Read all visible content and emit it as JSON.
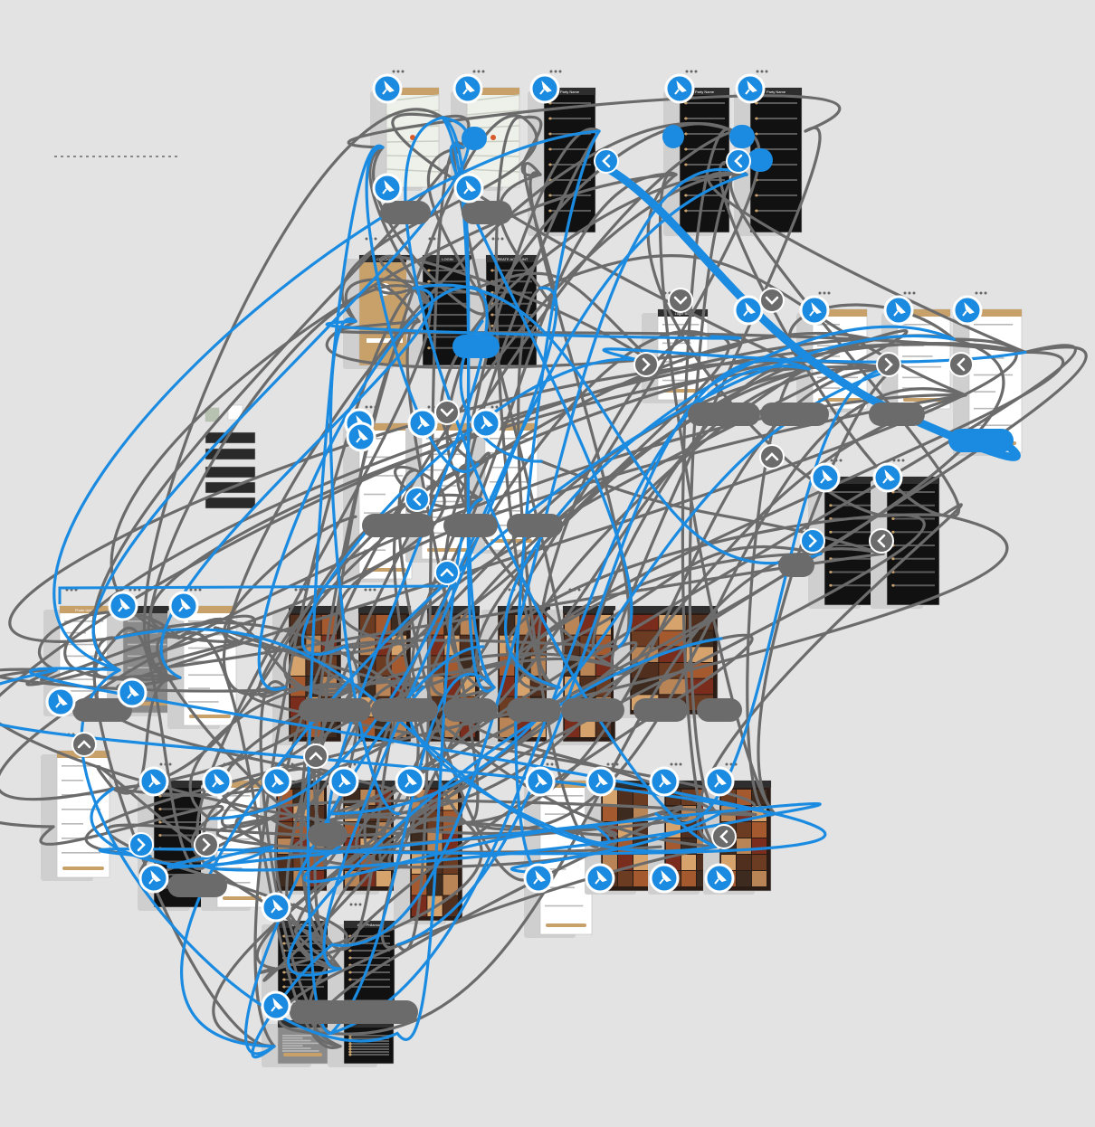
{
  "app": {
    "view": "prototype-flow-canvas",
    "background": "#e3e3e3",
    "accent": "#1a8be0",
    "connector_gray": "#6b6b6b",
    "artboard_tan": "#c8a06a",
    "artboard_dark": "#111111"
  },
  "artboards": [
    {
      "id": "map-1",
      "theme": "map",
      "link": "blue"
    },
    {
      "id": "map-2",
      "theme": "map",
      "link": "blue"
    },
    {
      "id": "party-menu-1",
      "theme": "dark",
      "title": "Party Name",
      "link": "gray"
    },
    {
      "id": "party-menu-2",
      "theme": "dark",
      "title": "Party Name",
      "link": "gray"
    },
    {
      "id": "party-menu-3",
      "theme": "dark",
      "title": "Party Name",
      "link": "gray"
    },
    {
      "id": "splash",
      "theme": "tan",
      "title": "CHECKIN",
      "link": "blue"
    },
    {
      "id": "login",
      "theme": "dark",
      "title": "LOGIN",
      "link": "blue"
    },
    {
      "id": "signup",
      "theme": "dark",
      "title": "CREATE ACCOUNT",
      "link": "blue"
    },
    {
      "id": "login-box",
      "theme": "dark-light",
      "title": "Login Box",
      "link": "gray"
    },
    {
      "id": "profile-1",
      "theme": "light",
      "link": "blue"
    },
    {
      "id": "profile-2",
      "theme": "light",
      "link": "blue"
    },
    {
      "id": "profile-3",
      "theme": "light",
      "link": "blue"
    },
    {
      "id": "feed-1",
      "theme": "light",
      "link": "blue"
    },
    {
      "id": "feed-2",
      "theme": "light",
      "link": "blue"
    },
    {
      "id": "feed-3",
      "theme": "light",
      "link": "blue"
    },
    {
      "id": "event-1",
      "theme": "dark",
      "link": "blue"
    },
    {
      "id": "event-2",
      "theme": "dark",
      "link": "blue"
    },
    {
      "id": "photo-upload",
      "theme": "light",
      "title": "Photo Upload",
      "link": "blue"
    },
    {
      "id": "gallery",
      "theme": "gray",
      "link": "blue"
    },
    {
      "id": "grid",
      "theme": "light",
      "link": "blue"
    },
    {
      "id": "food-1",
      "theme": "photo",
      "link": "gray"
    },
    {
      "id": "food-2",
      "theme": "photo",
      "link": "gray"
    },
    {
      "id": "food-3",
      "theme": "photo",
      "link": "gray"
    },
    {
      "id": "food-4",
      "theme": "photo",
      "link": "gray"
    },
    {
      "id": "food-5",
      "theme": "photo",
      "link": "gray"
    },
    {
      "id": "food-6",
      "theme": "photo",
      "link": "gray"
    },
    {
      "id": "settings",
      "theme": "light",
      "link": "blue"
    },
    {
      "id": "list-dark",
      "theme": "dark",
      "link": "blue"
    },
    {
      "id": "chat",
      "theme": "light",
      "link": "blue"
    },
    {
      "id": "story-1",
      "theme": "photo",
      "link": "gray"
    },
    {
      "id": "story-2",
      "theme": "photo",
      "link": "gray"
    },
    {
      "id": "story-3",
      "theme": "photo",
      "link": "gray"
    },
    {
      "id": "comments",
      "theme": "light",
      "link": "blue"
    },
    {
      "id": "story-4",
      "theme": "photo",
      "link": "blue"
    },
    {
      "id": "story-5",
      "theme": "photo",
      "link": "blue"
    },
    {
      "id": "story-6",
      "theme": "photo",
      "link": "blue"
    },
    {
      "id": "about-1",
      "theme": "dark",
      "title": "Alexi Philamon",
      "link": "blue"
    },
    {
      "id": "about-2",
      "theme": "dark",
      "title": "Alexi Philamon",
      "link": "blue"
    },
    {
      "id": "about-3",
      "theme": "gray",
      "link": "gray"
    },
    {
      "id": "about-4",
      "theme": "dark",
      "link": "gray"
    }
  ],
  "components": [
    {
      "id": "swatch-green",
      "color": "#b7c2b1"
    },
    {
      "id": "swatch-white",
      "color": "#ffffff"
    },
    {
      "id": "tab-bar-1",
      "color": "#2a2a2a"
    },
    {
      "id": "tab-bar-2",
      "color": "#2a2a2a"
    },
    {
      "id": "tab-bar-3",
      "color": "#2a2a2a"
    },
    {
      "id": "tab-bar-4",
      "color": "#2a2a2a"
    },
    {
      "id": "tab-bar-5",
      "color": "#2a2a2a"
    }
  ],
  "icons": {
    "pin": "pin-icon",
    "chevron_right": "chevron-right-icon",
    "chevron_left": "chevron-left-icon",
    "chevron_up": "chevron-up-icon",
    "chevron_down": "chevron-down-icon",
    "more": "more-icon"
  }
}
